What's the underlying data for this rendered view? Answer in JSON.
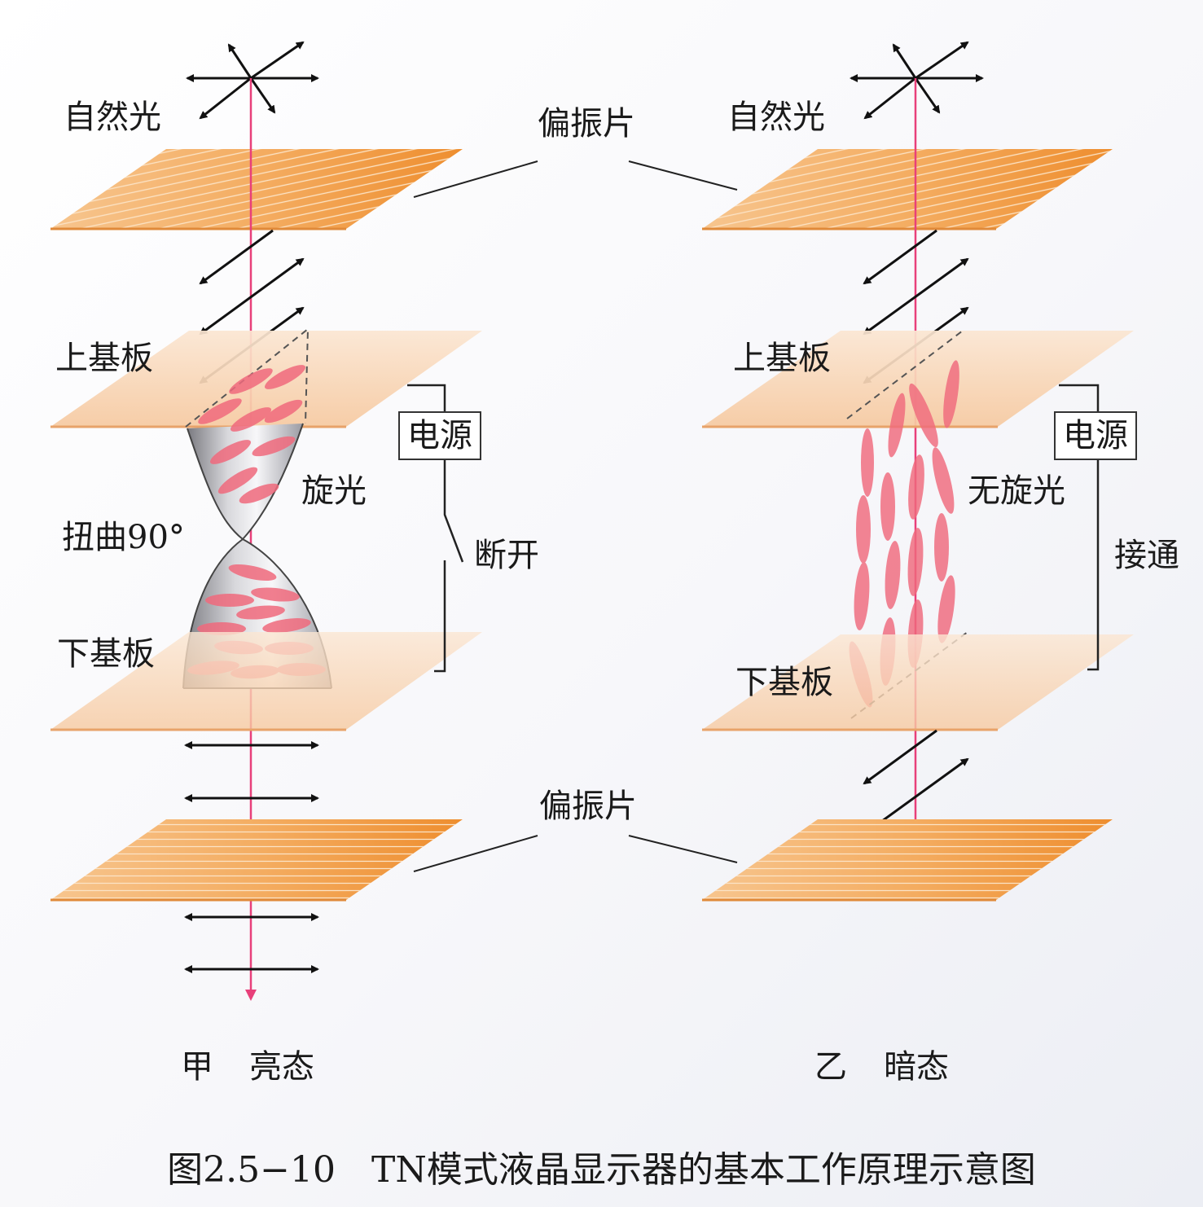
{
  "panel_a": {
    "natural_light": "自然光",
    "upper_substrate": "上基板",
    "lower_substrate": "下基板",
    "rotation": "旋光",
    "twist": "扭曲90°",
    "power": "电源",
    "switch_state": "断开",
    "label": "甲",
    "state": "亮态"
  },
  "panel_b": {
    "natural_light": "自然光",
    "upper_substrate": "上基板",
    "lower_substrate": "下基板",
    "rotation": "无旋光",
    "power": "电源",
    "switch_state": "接通",
    "label": "乙",
    "state": "暗态"
  },
  "polarizer_top": "偏振片",
  "polarizer_bottom": "偏振片",
  "caption": "图2.5−10　TN模式液晶显示器的基本工作原理示意图",
  "colors": {
    "polarizer": "#f19a45",
    "substrate": "#f8d4b2",
    "light_ray": "#e8407a",
    "molecule": "#f06a7d"
  }
}
